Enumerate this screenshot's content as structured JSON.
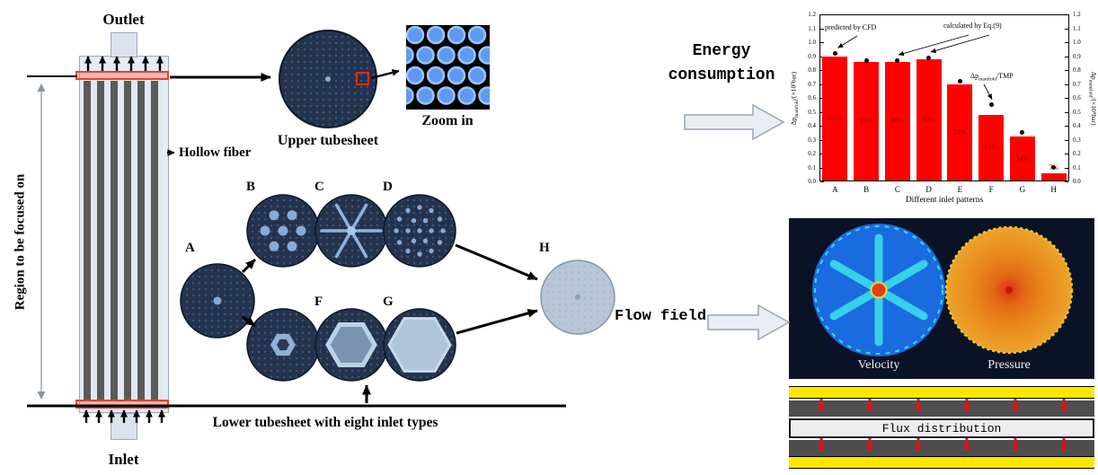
{
  "module": {
    "outlet": "Outlet",
    "inlet": "Inlet",
    "hollow_fiber": "Hollow fiber",
    "region": "Region to be focused on"
  },
  "upper_tubesheet": {
    "label": "Upper tubesheet",
    "zoom": "Zoom in"
  },
  "lower_tubesheet": {
    "label": "Lower tubesheet with eight inlet types"
  },
  "pattern_labels": [
    "A",
    "B",
    "C",
    "D",
    "E",
    "F",
    "G",
    "H"
  ],
  "energy": {
    "label": "Energy\nconsumption"
  },
  "flow": {
    "label": "Flow field",
    "velocity": "Velocity",
    "pressure": "Pressure",
    "flux": "Flux distribution"
  },
  "chart_data": {
    "type": "bar",
    "categories": [
      "A",
      "B",
      "C",
      "D",
      "E",
      "F",
      "G",
      "H"
    ],
    "series": [
      {
        "name": "Δp manifold predicted by CFD",
        "style": "bar",
        "color": "#fe0100",
        "values": [
          0.9,
          0.86,
          0.86,
          0.88,
          0.7,
          0.48,
          0.32,
          0.06
        ]
      },
      {
        "name": "Δp manifold calculated by Eq.(9)",
        "style": "scatter",
        "color": "#000000",
        "values": [
          0.92,
          0.87,
          0.87,
          0.89,
          0.72,
          0.55,
          0.35,
          0.1
        ]
      }
    ],
    "bar_labels": [
      "95%",
      "91%",
      "90%",
      "92%",
      "74%",
      "51%",
      "34%",
      "7%"
    ],
    "annotations": {
      "cfd": "predicted by CFD",
      "eq": "calculated by Eq.(9)",
      "ratio_prefix": "Δp",
      "ratio_sub": "manifold",
      "ratio_suffix": "/TMP"
    },
    "xlabel": "Different inlet patterns",
    "ylabel_prefix": "Δp",
    "ylabel_sub": "manifold",
    "ylabel_suffix": "/(×10⁵bar)",
    "ylim": [
      0,
      1.2
    ],
    "ytick_step": 0.1,
    "legend_position": "none",
    "grid": false
  }
}
